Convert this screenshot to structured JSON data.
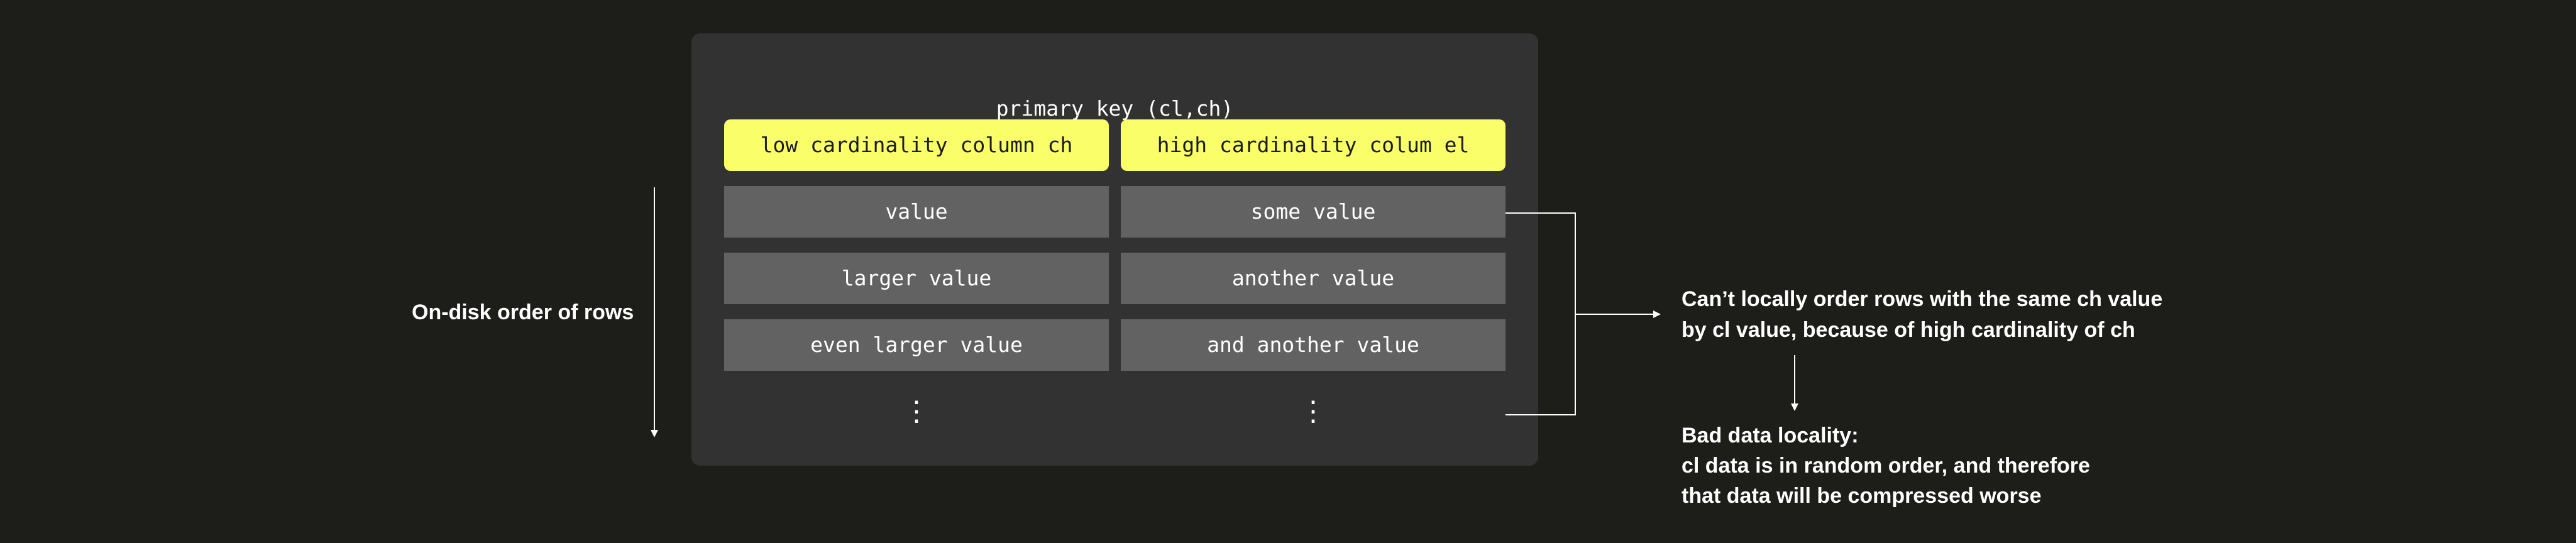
{
  "diagram": {
    "primary_key_label": "primary key (cl,ch)",
    "columns": [
      {
        "header": "low cardinality column ch",
        "values": [
          "value",
          "larger value",
          "even larger value"
        ]
      },
      {
        "header": "high cardinality colum el",
        "values": [
          "some value",
          "another value",
          "and another value"
        ]
      }
    ],
    "ellipsis": "⋮",
    "left_label": "On-disk order of rows",
    "right_note": [
      "Can’t locally order rows with the same ch value",
      "by cl value, because of high cardinality of ch"
    ],
    "bottom_note": [
      "Bad data locality:",
      "cl data is in random order, and therefore",
      "that data will be compressed worse"
    ],
    "colors": {
      "background": "#1d1d1a",
      "panel": "#323232",
      "header": "#faff69",
      "cell": "#626262",
      "text": "#ffffff",
      "arrow": "#ffffff"
    }
  }
}
